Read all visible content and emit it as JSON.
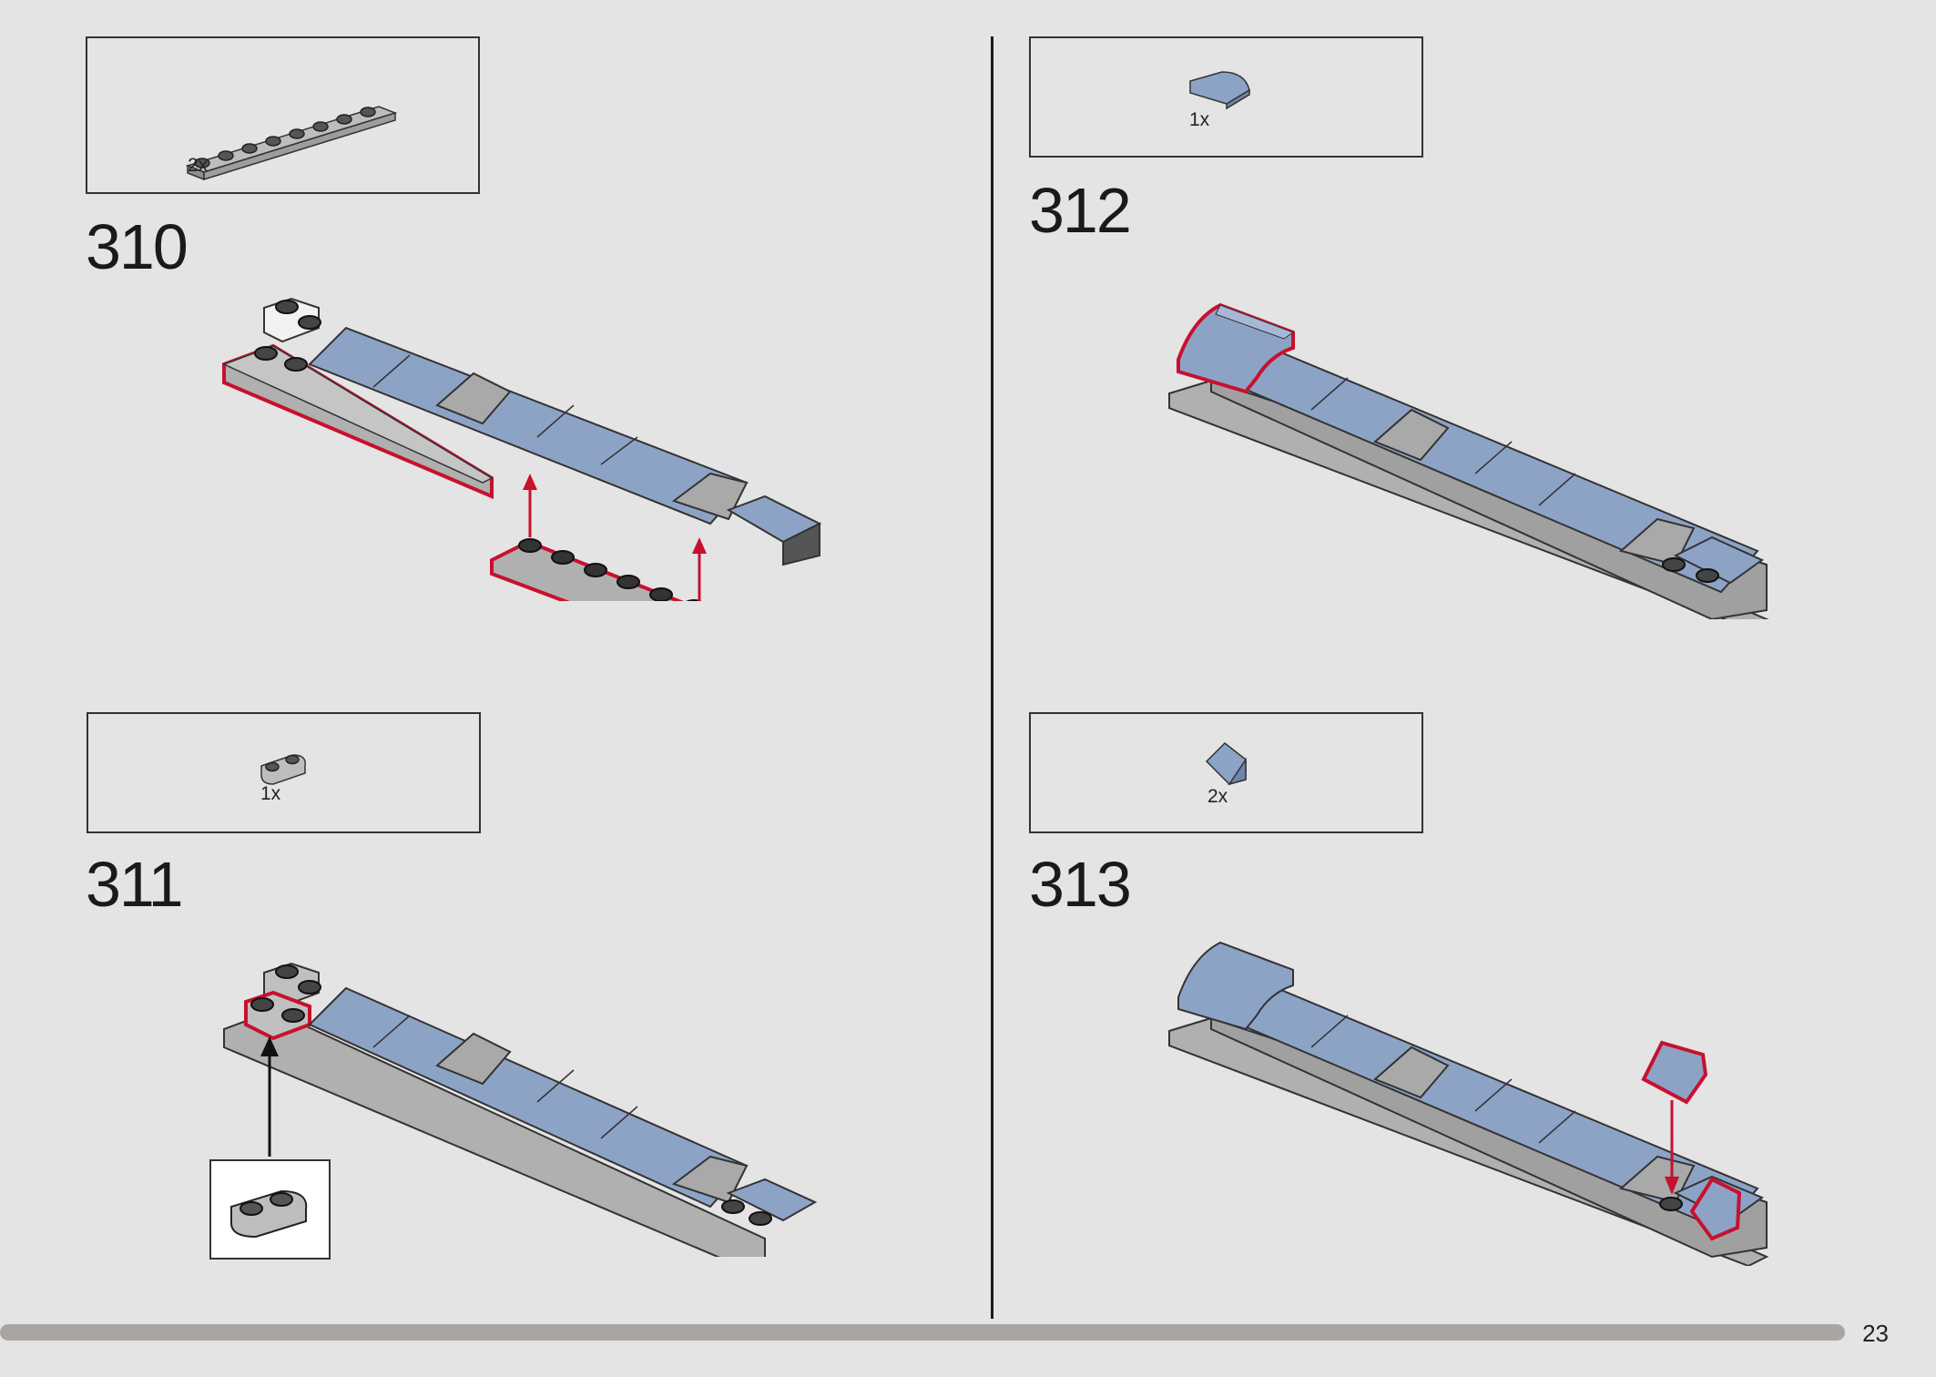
{
  "page": {
    "number": "23"
  },
  "steps": [
    {
      "number": "310",
      "parts_qty": "2x",
      "part_icon": "grey-1x8-plate-icon"
    },
    {
      "number": "311",
      "parts_qty": "1x",
      "part_icon": "grey-1x2-rounded-plate-icon"
    },
    {
      "number": "312",
      "parts_qty": "1x",
      "part_icon": "blue-curved-slope-icon"
    },
    {
      "number": "313",
      "parts_qty": "2x",
      "part_icon": "blue-wedge-slope-icon"
    }
  ],
  "colors": {
    "background": "#e4e4e4",
    "brick_blue": "#8da3c6",
    "brick_grey": "#a9a9a9",
    "highlight_red": "#c8102e",
    "progress_bar": "#a9a6a2"
  }
}
